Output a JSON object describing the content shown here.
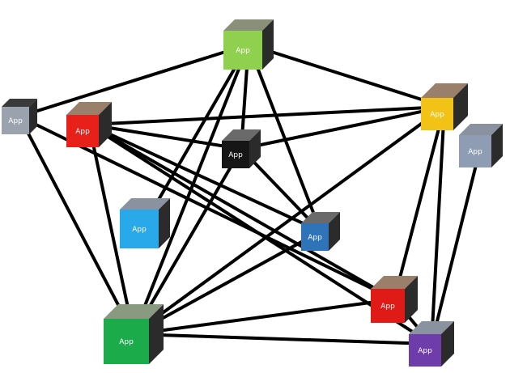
{
  "diagram": {
    "cubes": [
      {
        "id": "top",
        "label": "App",
        "color": "#8fd14f"
      },
      {
        "id": "left-gray",
        "label": "App",
        "color": "#9aa3ad"
      },
      {
        "id": "left-red",
        "label": "App",
        "color": "#e8201a"
      },
      {
        "id": "center-black",
        "label": "App",
        "color": "#161616"
      },
      {
        "id": "right-yellow",
        "label": "App",
        "color": "#f3c217"
      },
      {
        "id": "right-gray",
        "label": "App",
        "color": "#8e9db3"
      },
      {
        "id": "mid-lightblue",
        "label": "App",
        "color": "#29a8ea"
      },
      {
        "id": "mid-blue",
        "label": "App",
        "color": "#2f73b8"
      },
      {
        "id": "lower-red",
        "label": "App",
        "color": "#e01a16"
      },
      {
        "id": "bottom-green",
        "label": "App",
        "color": "#1bab4b"
      },
      {
        "id": "bottom-purple",
        "label": "App",
        "color": "#6f3cab"
      }
    ],
    "links": [
      [
        "top",
        "left-gray"
      ],
      [
        "top",
        "right-yellow"
      ],
      [
        "top",
        "center-black"
      ],
      [
        "top",
        "mid-blue"
      ],
      [
        "top",
        "mid-lightblue"
      ],
      [
        "top",
        "bottom-green"
      ],
      [
        "left-gray",
        "bottom-green"
      ],
      [
        "left-gray",
        "lower-red"
      ],
      [
        "left-red",
        "right-yellow"
      ],
      [
        "left-red",
        "center-black"
      ],
      [
        "left-red",
        "mid-blue"
      ],
      [
        "left-red",
        "bottom-green"
      ],
      [
        "left-red",
        "lower-red"
      ],
      [
        "left-red",
        "bottom-purple"
      ],
      [
        "center-black",
        "bottom-green"
      ],
      [
        "center-black",
        "mid-blue"
      ],
      [
        "right-yellow",
        "center-black"
      ],
      [
        "right-yellow",
        "bottom-green"
      ],
      [
        "right-yellow",
        "lower-red"
      ],
      [
        "right-yellow",
        "bottom-purple"
      ],
      [
        "right-gray",
        "bottom-purple"
      ],
      [
        "mid-blue",
        "bottom-green"
      ],
      [
        "lower-red",
        "bottom-green"
      ],
      [
        "bottom-green",
        "bottom-purple"
      ],
      [
        "lower-red",
        "bottom-purple"
      ]
    ]
  }
}
